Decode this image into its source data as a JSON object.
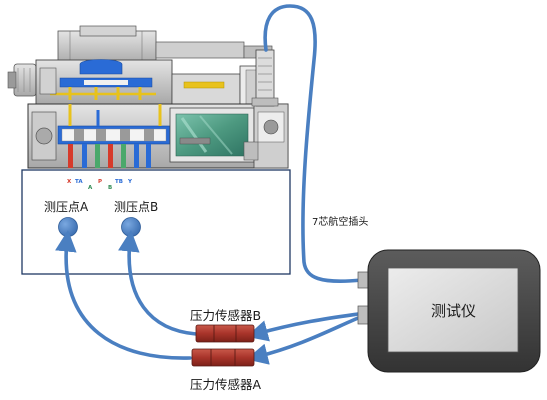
{
  "labels": {
    "point_a": "测压点A",
    "point_b": "测压点B",
    "sensor_b": "压力传感器B",
    "sensor_a": "压力传感器A",
    "cable": "7芯航空插头",
    "tester": "测试仪"
  },
  "ports": [
    "X",
    "TA",
    "A",
    "P",
    "B",
    "TB",
    "Y"
  ],
  "colors": {
    "hose": "#4a7fc1",
    "point": "#4a7fc1",
    "sensor": "#b03a2e",
    "tester_body": "#454545",
    "tester_screen": "#d9d9d9",
    "valve_body": "#bcbcbc",
    "coil_green": "#5aa28c",
    "oil_blue": "#2a6bd6",
    "oil_yellow": "#e8c21c",
    "oil_red": "#d63a2b"
  }
}
